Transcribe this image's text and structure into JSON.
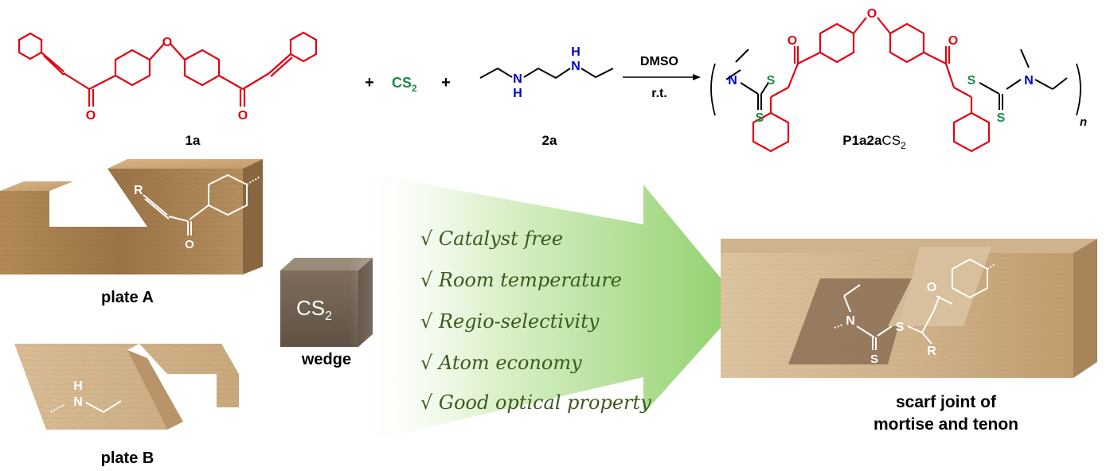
{
  "scheme": {
    "plus_1": "+",
    "plus_2": "+",
    "reagent_cs2_base": "CS",
    "reagent_cs2_sub": "2",
    "compound_1a_label": "1a",
    "compound_2a_label": "2a",
    "condition_solvent": "DMSO",
    "condition_temp": "r.t.",
    "product_label_bold": "P1a2a",
    "product_label_rest": "CS",
    "product_label_sub": "2",
    "repeat_index": "n",
    "atom_O": "O",
    "atom_N": "N",
    "atom_H": "H",
    "atom_S": "S"
  },
  "analogy": {
    "plate_a_label": "plate A",
    "plate_b_label": "plate B",
    "wedge_label": "wedge",
    "wedge_text_base": "CS",
    "wedge_text_sub": "2",
    "joint_label_line1": "scarf joint of",
    "joint_label_line2": "mortise and tenon",
    "atom_R": "R",
    "atom_O": "O",
    "atom_N": "N",
    "atom_H": "H",
    "atom_S": "S"
  },
  "features": [
    "√ Catalyst free",
    "√ Room temperature",
    "√ Regio-selectivity",
    "√ Atom economy",
    "√ Good optical property"
  ],
  "colors": {
    "alkyne_red": "#e3000f",
    "amine_blue": "#0000c8",
    "sulfur_green": "#1a8a4a",
    "feature_text": "#3a5a1e",
    "arrow_green": "#8fcf6a",
    "wood_light": "#caa273",
    "wood_dark": "#8a6a48"
  }
}
